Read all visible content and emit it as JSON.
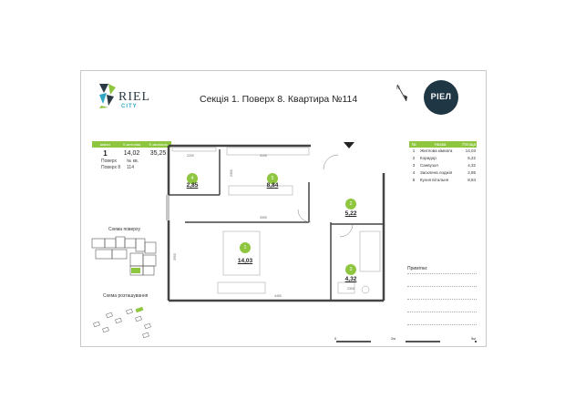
{
  "header": {
    "title": "Секція 1. Поверх 8. Квартира №114",
    "logo_word": "RIEL",
    "logo_sub": "CITY",
    "brand_mark": "РІЕЛ"
  },
  "summary": {
    "columns": [
      "кімнат",
      "S житлова",
      "S загальна"
    ],
    "rooms_count": "1",
    "living_area": "14,02",
    "total_area": "35,25",
    "floor_label": "Поверх",
    "floor_value": "8",
    "apartment_label": "№ кв.",
    "apartment_value": "114"
  },
  "schemes": {
    "floor_scheme": "Схема поверху",
    "site_scheme": "Схема розташування"
  },
  "rooms_table": {
    "columns": [
      "№",
      "Назва",
      "Площа"
    ],
    "rows": [
      {
        "no": "1",
        "name": "Житлова кімната",
        "area": "14,03"
      },
      {
        "no": "2",
        "name": "Коридор",
        "area": "5,22"
      },
      {
        "no": "3",
        "name": "Санвузол",
        "area": "4,32"
      },
      {
        "no": "4",
        "name": "Засклена лоджія",
        "area": "2,85"
      },
      {
        "no": "5",
        "name": "Кухня вітальня",
        "area": "8,84"
      }
    ]
  },
  "notes": {
    "label": "Примітки:"
  },
  "plan": {
    "rooms": [
      {
        "no": "1",
        "area": "14,03"
      },
      {
        "no": "2",
        "area": "5,22"
      },
      {
        "no": "3",
        "area": "4,32"
      },
      {
        "no": "4",
        "area": "2,85"
      },
      {
        "no": "5",
        "area": "8,84"
      }
    ]
  },
  "scale": {
    "ticks": [
      "0",
      "2м",
      "5м"
    ]
  },
  "colors": {
    "accent": "#8ec63f",
    "brand": "#1f3645",
    "logo_blue": "#2fa7c4"
  }
}
